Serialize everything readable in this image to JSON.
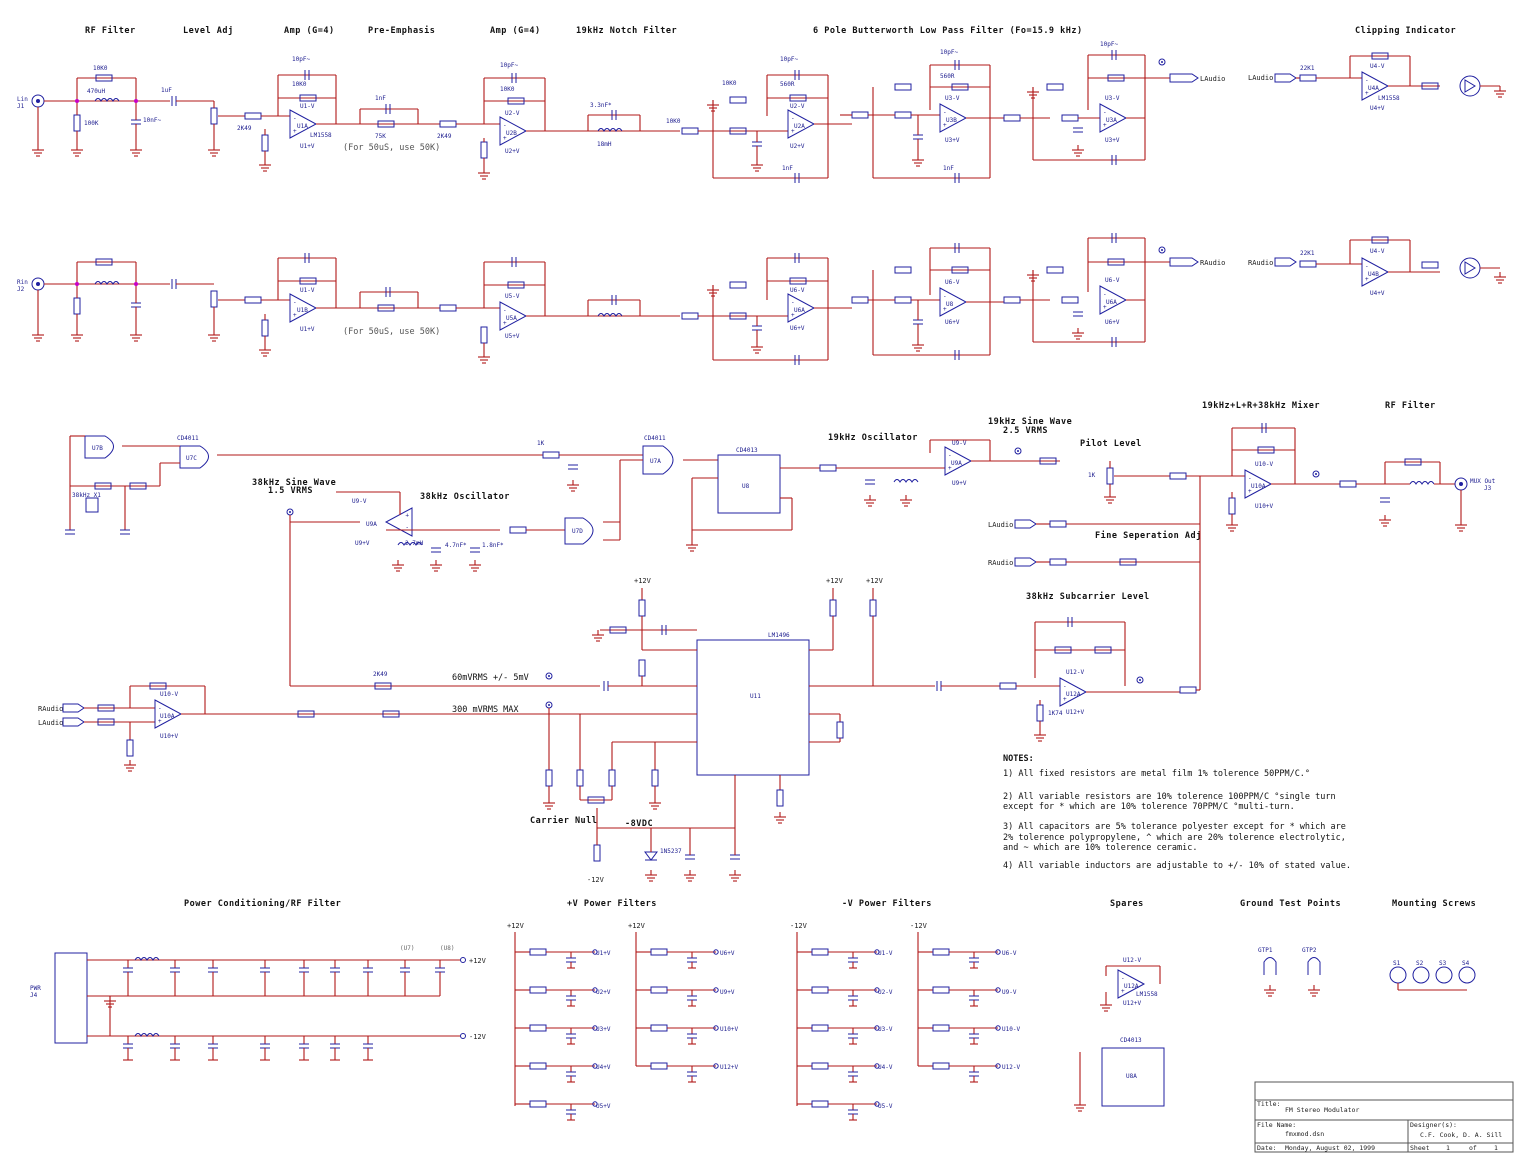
{
  "sections": {
    "rf_filter_in": "RF Filter",
    "level_adj": "Level Adj",
    "amp1": "Amp (G=4)",
    "pre_emphasis": "Pre-Emphasis",
    "amp2": "Amp (G=4)",
    "notch": "19kHz Notch Filter",
    "butterworth": "6 Pole Butterworth Low Pass Filter (Fo=15.9 kHz)",
    "clipping": "Clipping Indicator",
    "osc_19k": "19kHz  Oscillator",
    "sine_19k": "19kHz Sine Wave",
    "sine_19k_v": "2.5 VRMS",
    "pilot_level": "Pilot Level",
    "mixer": "19kHz+L+R+38kHz Mixer",
    "rf_filter_out": "RF Filter",
    "sine_38k": "38kHz Sine Wave",
    "sine_38k_v": "1.5 VRMS",
    "osc_38k": "38kHz  Oscillator",
    "fine_sep": "Fine Seperation Adj",
    "subcarrier": "38kHz Subcarrier Level",
    "carrier_null": "Carrier Null",
    "neg8": "-8VDC",
    "power_cond": "Power Conditioning/RF Filter",
    "pos_filters": "+V Power Filters",
    "neg_filters": "-V Power Filters",
    "spares": "Spares",
    "ground_tp": "Ground Test Points",
    "mounting": "Mounting Screws"
  },
  "annotations": {
    "for50us_top": "(For 50uS, use 50K)",
    "for50us_bot": "(For 50uS, use 50K)",
    "mv60": "60mVRMS +/- 5mV",
    "mv300": "300 mVRMS MAX"
  },
  "nets": {
    "laudio": "LAudio",
    "raudio": "RAudio",
    "lin": "Lin",
    "j1": "J1",
    "rin": "Rin",
    "j2": "J2",
    "mux_out": "MUX Out",
    "j3": "J3",
    "pwr": "PWR",
    "j4": "J4",
    "p12": "+12V",
    "m12": "-12V",
    "m12b": "-12V",
    "u1v": "U1+V",
    "u2v": "U2+V",
    "u3v": "U3+V",
    "u4v": "U4+V",
    "u5v": "U5+V",
    "u6v": "U6+V",
    "u9v": "U9+V",
    "u10v": "U10+V",
    "u12v": "U12+V",
    "u1n": "U1-V",
    "u2n": "U2-V",
    "u3n": "U3-V",
    "u4n": "U4-V",
    "u5n": "U5-V",
    "u6n": "U6-V",
    "u9n": "U9-V",
    "u10n": "U10-V",
    "u12n": "U12-V",
    "u7": "(U7)",
    "u8": "(U8)"
  },
  "parts": {
    "r1": "10K0",
    "r2": "470uH",
    "r3": "1uF",
    "r4": "100K",
    "r5": "10nF~",
    "r6": "10K",
    "r7": "2K49",
    "r8": "10pF~",
    "r9": "10K0",
    "r10": "1nF",
    "r11": "75K",
    "r12": "2K49",
    "r13": "10K0",
    "r14": "3.3nF*",
    "r15": "18mH",
    "r16": "10K0",
    "r17": "560R",
    "r18": "22K1",
    "r19": "1K",
    "r20": "10K0",
    "r21": "1K74",
    "u1a": "U1A",
    "u2a": "U2A",
    "u3a": "U3A",
    "u4a": "U4A",
    "u1b": "U1B",
    "u2b": "U2B",
    "u3b": "U3B",
    "u4b": "U4B",
    "u5a": "U5A",
    "u6a": "U6A",
    "u9a": "U9A",
    "u10a": "U10A",
    "u12a": "U12A",
    "lm": "LM1558",
    "u7b": "U7B",
    "u7c": "U7C",
    "u7a": "U7A",
    "u7d": "U7D",
    "u8": "U8",
    "cd4011": "CD4011",
    "cd4013": "CD4013",
    "u11": "U11",
    "lm1496": "LM1496",
    "xtal": "38kHz X1",
    "l7": "2.7mH",
    "l6": "18mH",
    "c33": "4.7nF*",
    "c34": "1.8nF*",
    "u8a": "U8A",
    "lm1558b": "LM1558",
    "ztp1": "GTP1",
    "ztp2": "GTP2",
    "s1": "S1",
    "s2": "S2",
    "s3": "S3",
    "s4": "S4",
    "zener": "1N5237"
  },
  "notes": {
    "title": "NOTES:",
    "n1": "1) All fixed resistors are metal film 1% tolerence 50PPM/C.°",
    "n2a": "2) All variable resistors are 10% tolerence 100PPM/C °single turn",
    "n2b": "except for * which are 10% tolerence 70PPM/C °multi-turn.",
    "n3a": "3) All capacitors are 5% tolerance polyester except for * which are",
    "n3b": "2% tolerence polypropylene,  ^ which are 20% tolerence electrolytic,",
    "n3c": "and ~ which are 10% tolerence ceramic.",
    "n4": "4) All variable inductors are adjustable to +/- 10% of stated value."
  },
  "title_block": {
    "title_label": "Title:",
    "title": "FM Stereo Modulator",
    "file_label": "File Name:",
    "file": "fmxmod.dsn",
    "designer_label": "Designer(s):",
    "designers": "C.F. Cook,  D. A. Sill",
    "date_label": "Date:",
    "date": "Monday, August 02, 1999",
    "sheet_label": "Sheet",
    "sheet": "1",
    "of_label": "of",
    "total": "1"
  },
  "colors": {
    "wire": "#b01818",
    "component": "#2020a0",
    "junction": "#c800c8",
    "text": "#111111"
  }
}
